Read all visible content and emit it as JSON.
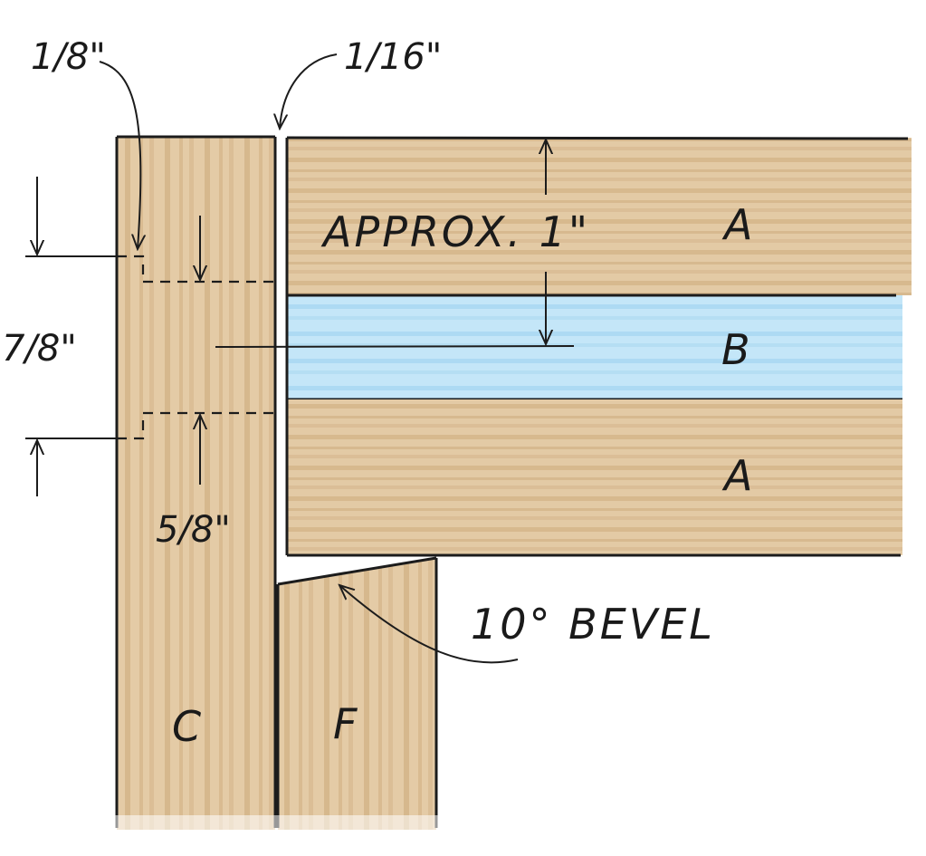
{
  "parts": {
    "a_top": "A",
    "b_core": "B",
    "a_bottom": "A",
    "c_stile": "C",
    "f_face": "F"
  },
  "dimensions": {
    "reveal": "1/8\"",
    "gap": "1/16\"",
    "thickness": "APPROX. 1\"",
    "upper_step": "7/8\"",
    "lower_step": "5/8\""
  },
  "notes": {
    "bevel": "10° BEVEL"
  },
  "colors": {
    "wood": "#e2c9a4",
    "wood_grain": "#c9a77c",
    "core": "#bfe3f7",
    "core_grain": "#a3d4f0",
    "ink": "#1c1c1c"
  }
}
